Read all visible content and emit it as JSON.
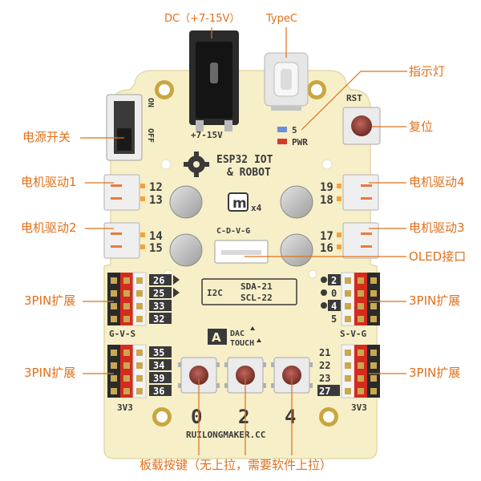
{
  "callouts": {
    "dc": "DC（+7-15V）",
    "typec": "TypeC",
    "indicator": "指示灯",
    "reset": "复位",
    "power_switch": "电源开关",
    "motor1": "电机驱动1",
    "motor2": "电机驱动2",
    "motor3": "电机驱动3",
    "motor4": "电机驱动4",
    "oled": "OLED接口",
    "pin3_left_top": "3PIN扩展",
    "pin3_left_bottom": "3PIN扩展",
    "pin3_right_top": "3PIN扩展",
    "pin3_right_bottom": "3PIN扩展",
    "onboard_buttons": "板载按键（无上拉，需要软件上拉）"
  },
  "silkscreen": {
    "voltage": "+7-15V",
    "on": "ON",
    "off": "OFF",
    "rst": "RST",
    "led5": "5",
    "pwr": "PWR",
    "title_line1": "ESP32 IOT",
    "title_line2": "& ROBOT",
    "x4": "x4",
    "cdvg": "C-D-V-G",
    "i2c": "I2C",
    "sda": "SDA-21",
    "scl": "SCL-22",
    "gvs": "G-V-S",
    "svg_label": "S-V-G",
    "v3_left": "3V3",
    "v3_right": "3V3",
    "dac": "DAC",
    "touch": "TOUCH",
    "url": "RUILONGMAKER.CC",
    "btn0": "0",
    "btn2": "2",
    "btn4": "4",
    "motor_pins": [
      "12",
      "13",
      "14",
      "15",
      "19",
      "18",
      "17",
      "16"
    ],
    "left_top_pins": [
      "26",
      "25",
      "33",
      "32"
    ],
    "left_bottom_pins": [
      "35",
      "34",
      "39",
      "36"
    ],
    "right_top_pins": [
      "2",
      "0",
      "4",
      "5"
    ],
    "right_bottom_pins": [
      "21",
      "22",
      "23",
      "27"
    ]
  },
  "colors": {
    "board": "#f6efc8",
    "callout": "#e0701b",
    "header_red": "#d42b1e"
  }
}
